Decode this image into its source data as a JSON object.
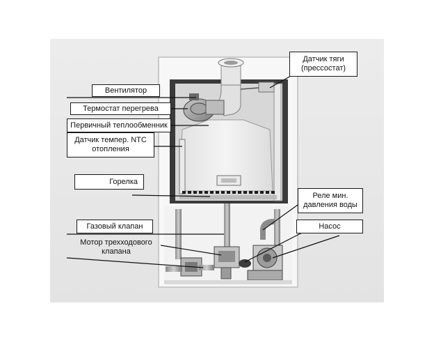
{
  "diagram": {
    "labels": {
      "draft_sensor": [
        "Датчик тяги",
        "(прессостат)"
      ],
      "fan": "Вентилятор",
      "overheat_thermostat": "Термостат перегрева",
      "primary_heat_exchanger": "Первичный теплообменник",
      "ntc_sensor": [
        "Датчик темпер. NTC",
        "отопления"
      ],
      "burner": "Горелка",
      "min_pressure_relay": [
        "Реле мин.",
        "давления воды"
      ],
      "gas_valve": "Газовый клапан",
      "pump": "Насос",
      "three_way_motor": [
        "Мотор трехходового",
        "клапана"
      ]
    }
  }
}
